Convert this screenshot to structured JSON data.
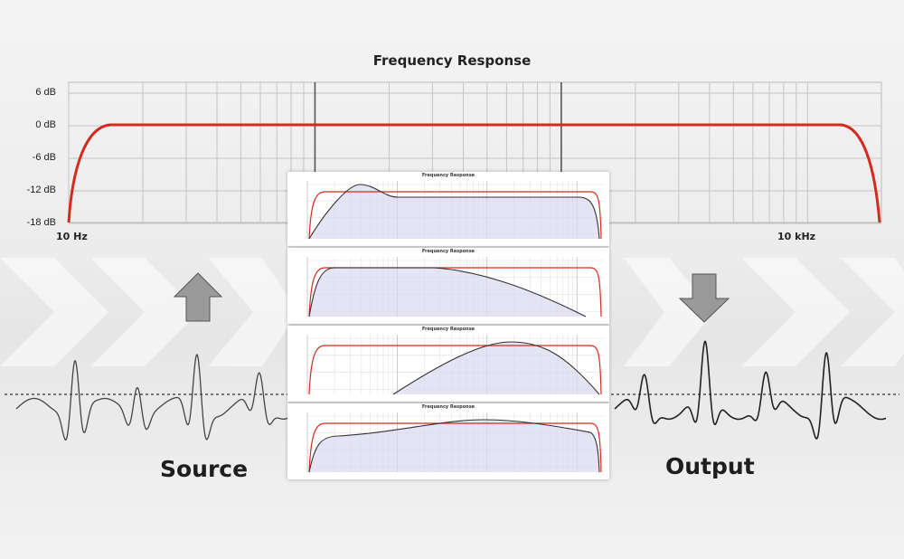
{
  "main_chart": {
    "title": "Frequency Response",
    "y_ticks": [
      "6 dB",
      "0 dB",
      "-6 dB",
      "-12 dB",
      "-18 dB"
    ],
    "x_ticks": [
      "10 Hz",
      "10 kHz"
    ],
    "curve_color": "#d42b1e"
  },
  "labels": {
    "source": "Source",
    "output": "Output"
  },
  "icons": {
    "source_arrow": "arrow-up-icon",
    "output_arrow": "arrow-down-icon"
  },
  "mini_charts": [
    {
      "title": "Frequency Response"
    },
    {
      "title": "Frequency Response"
    },
    {
      "title": "Frequency Response"
    },
    {
      "title": "Frequency Response"
    }
  ],
  "colors": {
    "response_curve": "#d42b1e",
    "filtered_curve": "#333333",
    "filtered_fill": "#d8d8f0",
    "waveform": "#444444"
  }
}
